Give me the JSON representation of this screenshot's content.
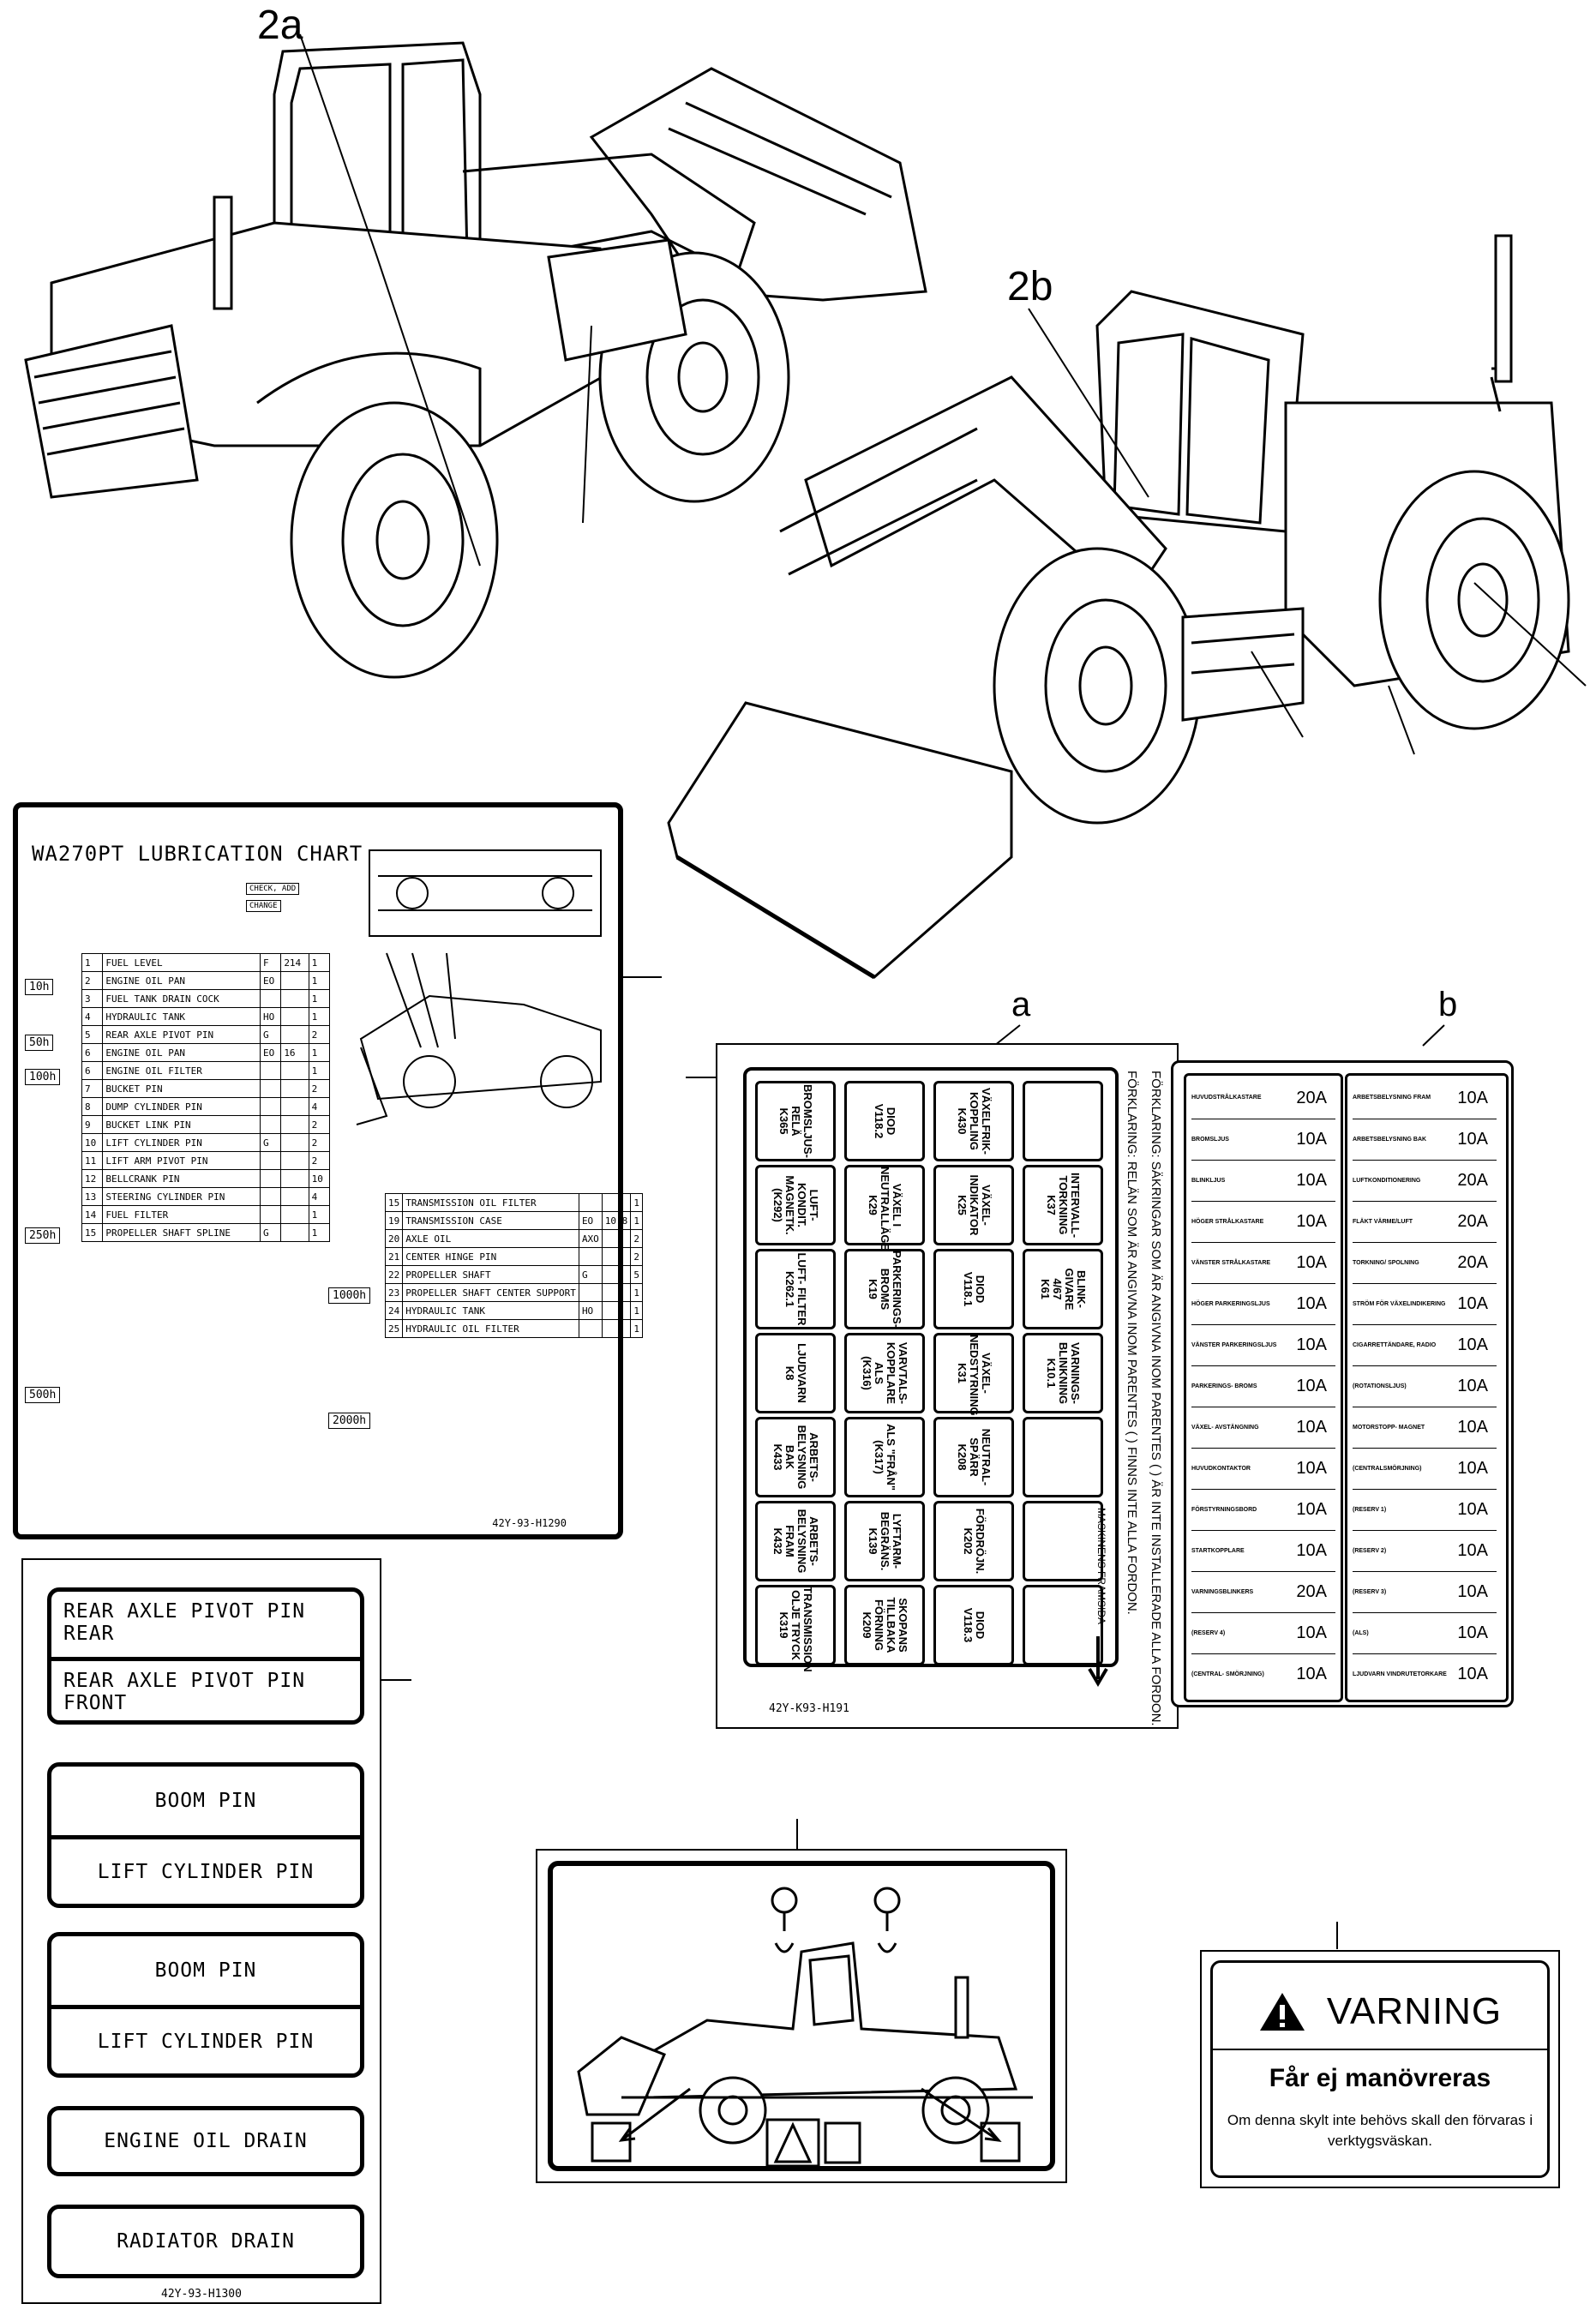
{
  "callouts": {
    "a2": "2a",
    "b2": "2b",
    "a": "a",
    "b": "b"
  },
  "lub_chart": {
    "title": "WA270PT LUBRICATION CHART",
    "check_add": "CHECK, ADD",
    "change": "CHANGE",
    "code": "42Y-93-H1290",
    "intervals": [
      "10h",
      "50h",
      "100h",
      "250h",
      "500h",
      "1000h",
      "2000h"
    ],
    "rows_left": [
      {
        "n": "1",
        "item": "FUEL LEVEL",
        "oil": "F",
        "a": "214",
        "b": "1"
      },
      {
        "n": "2",
        "item": "ENGINE OIL PAN",
        "oil": "EO",
        "a": "",
        "b": "1"
      },
      {
        "n": "3",
        "item": "FUEL TANK DRAIN COCK",
        "oil": "",
        "a": "",
        "b": "1"
      },
      {
        "n": "4",
        "item": "HYDRAULIC TANK",
        "oil": "HO",
        "a": "",
        "b": "1"
      },
      {
        "n": "5",
        "item": "REAR AXLE PIVOT PIN",
        "oil": "G",
        "a": "",
        "b": "2"
      },
      {
        "n": "6",
        "item": "ENGINE OIL PAN",
        "oil": "EO",
        "a": "16",
        "b": "1"
      },
      {
        "n": "6",
        "item": "ENGINE OIL FILTER",
        "oil": "",
        "a": "",
        "b": "1"
      },
      {
        "n": "7",
        "item": "BUCKET PIN",
        "oil": "",
        "a": "",
        "b": "2"
      },
      {
        "n": "8",
        "item": "DUMP CYLINDER PIN",
        "oil": "",
        "a": "",
        "b": "4"
      },
      {
        "n": "9",
        "item": "BUCKET LINK PIN",
        "oil": "",
        "a": "",
        "b": "2"
      },
      {
        "n": "10",
        "item": "LIFT CYLINDER PIN",
        "oil": "G",
        "a": "",
        "b": "2"
      },
      {
        "n": "11",
        "item": "LIFT ARM PIVOT PIN",
        "oil": "",
        "a": "",
        "b": "2"
      },
      {
        "n": "12",
        "item": "BELLCRANK PIN",
        "oil": "",
        "a": "",
        "b": "10"
      },
      {
        "n": "13",
        "item": "STEERING CYLINDER PIN",
        "oil": "",
        "a": "",
        "b": "4"
      },
      {
        "n": "14",
        "item": "FUEL FILTER",
        "oil": "",
        "a": "",
        "b": "1"
      },
      {
        "n": "15",
        "item": "PROPELLER SHAFT SPLINE",
        "oil": "G",
        "a": "",
        "b": "1"
      }
    ],
    "rows_right": [
      {
        "n": "15",
        "item": "TRANSMISSION OIL FILTER",
        "oil": "",
        "a": "",
        "b": "1"
      },
      {
        "n": "19",
        "item": "TRANSMISSION CASE",
        "oil": "EO",
        "a": "10.8",
        "b": "1"
      },
      {
        "n": "20",
        "item": "AXLE OIL",
        "oil": "AXO",
        "a": "",
        "b": "2"
      },
      {
        "n": "21",
        "item": "CENTER HINGE PIN",
        "oil": "",
        "a": "",
        "b": "2"
      },
      {
        "n": "22",
        "item": "PROPELLER SHAFT",
        "oil": "G",
        "a": "",
        "b": "5"
      },
      {
        "n": "23",
        "item": "PROPELLER SHAFT CENTER SUPPORT",
        "oil": "",
        "a": "",
        "b": "1"
      },
      {
        "n": "24",
        "item": "HYDRAULIC TANK",
        "oil": "HO",
        "a": "",
        "b": "1"
      },
      {
        "n": "25",
        "item": "HYDRAULIC OIL FILTER",
        "oil": "",
        "a": "",
        "b": "1"
      }
    ]
  },
  "pin_labels": {
    "box1": [
      "REAR AXLE PIVOT PIN\nREAR",
      "REAR AXLE PIVOT PIN\nFRONT"
    ],
    "box2": [
      "BOOM PIN",
      "LIFT CYLINDER PIN"
    ],
    "box3": [
      "BOOM PIN",
      "LIFT CYLINDER PIN"
    ],
    "box4": "ENGINE OIL DRAIN",
    "box5": "RADIATOR DRAIN",
    "code": "42Y-93-H1300"
  },
  "fuse_chart": {
    "code": "42Y-K93-H191",
    "note1": "FÖRKLARING: RELÄN SOM ÄR ANGIVNA INOM PARENTES ( ) FINNS INTE ALLA FORDON.",
    "note2": "FÖRKLARING: SÄKRINGAR SOM ÄR ANGIVNA INOM PARENTES ( ) ÄR INTE INSTALLERADE ALLA FORDON.",
    "front": "MASKINENS FRAMSIDA",
    "cells": [
      [
        "TRANSMISSION OLJE TRYCK\nK319",
        "SKOPANS TILLBAKA FÖRNING\nK209",
        "DIOD\nV118.3",
        ""
      ],
      [
        "ARBETS- BELYSNING FRAM\nK432",
        "LYFTARM- BEGRÄNS.\nK139",
        "FÖRDRÖJN.\nK202",
        ""
      ],
      [
        "ARBETS- BELYSNING BAK\nK433",
        "ALS \"FRÅN\"\n(K317)",
        "NEUTRAL- SPÄRR\nK208",
        ""
      ],
      [
        "LJUDVARN\nK8",
        "VARVTALS- KOPPLARE ALS\n(K316)",
        "VÄXEL- NEDSTYRNING\nK31",
        "VARNINGS- BLINKNING\nK10.1"
      ],
      [
        "LUFT- FILTER\nK262.1",
        "PARKERINGS- BROMS\nK19",
        "DIOD\nV118.1",
        "BLINK- GIVARE\n4/67\nK61"
      ],
      [
        "LUFT- KONDIT. MAGNETK.\n(K292)",
        "VÄXEL I NEUTRALLÄGE\nK29",
        "VÄXEL- INDIKATOR\nK25",
        "INTERVALL- TORKNING\nK37"
      ],
      [
        "BROMSLJUS- RELÄ\nK365",
        "DIOD\nV118.2",
        "VÄXELFRIK- KOPPLING\nK430",
        ""
      ]
    ],
    "col1": [
      {
        "t": "HUVUDSTRÅLKASTARE",
        "a": "20A"
      },
      {
        "t": "BROMSLJUS",
        "a": "10A"
      },
      {
        "t": "BLINKLJUS",
        "a": "10A"
      },
      {
        "t": "HÖGER STRÅLKASTARE",
        "a": "10A"
      },
      {
        "t": "VÄNSTER STRÅLKASTARE",
        "a": "10A"
      },
      {
        "t": "HÖGER PARKERINGSLJUS",
        "a": "10A"
      },
      {
        "t": "VÄNSTER PARKERINGSLJUS",
        "a": "10A"
      },
      {
        "t": "PARKERINGS- BROMS",
        "a": "10A"
      },
      {
        "t": "VÄXEL- AVSTÄNGNING",
        "a": "10A"
      },
      {
        "t": "HUVUDKONTAKTOR",
        "a": "10A"
      },
      {
        "t": "FÖRSTYRNINGSBORD",
        "a": "10A"
      },
      {
        "t": "STARTKOPPLARE",
        "a": "10A"
      },
      {
        "t": "VARNINGSBLINKERS",
        "a": "20A"
      },
      {
        "t": "(RESERV 4)",
        "a": "10A"
      },
      {
        "t": "(CENTRAL- SMÖRJNING)",
        "a": "10A"
      }
    ],
    "col2": [
      {
        "t": "ARBETSBELYSNING FRAM",
        "a": "10A"
      },
      {
        "t": "ARBETSBELYSNING BAK",
        "a": "10A"
      },
      {
        "t": "LUFTKONDITIONERING",
        "a": "20A"
      },
      {
        "t": "FLÄKT VÄRME/LUFT",
        "a": "20A"
      },
      {
        "t": "TORKNING/ SPOLNING",
        "a": "20A"
      },
      {
        "t": "STRÖM FÖR VÄXELINDIKERING",
        "a": "10A"
      },
      {
        "t": "CIGARRETTÄNDARE, RADIO",
        "a": "10A"
      },
      {
        "t": "(ROTATIONSLJUS)",
        "a": "10A"
      },
      {
        "t": "MOTORSTOPP- MAGNET",
        "a": "10A"
      },
      {
        "t": "(CENTRALSMÖRJNING)",
        "a": "10A"
      },
      {
        "t": "(RESERV 1)",
        "a": "10A"
      },
      {
        "t": "(RESERV 2)",
        "a": "10A"
      },
      {
        "t": "(RESERV 3)",
        "a": "10A"
      },
      {
        "t": "(ALS)",
        "a": "10A"
      },
      {
        "t": "LJUDVARN VINDRUTETORKARE",
        "a": "10A"
      }
    ]
  },
  "warning_label": {
    "title": "VARNING",
    "subtitle": "Får ej manövreras",
    "text": "Om denna skylt inte behövs skall den förvaras i verktygsväskan."
  }
}
